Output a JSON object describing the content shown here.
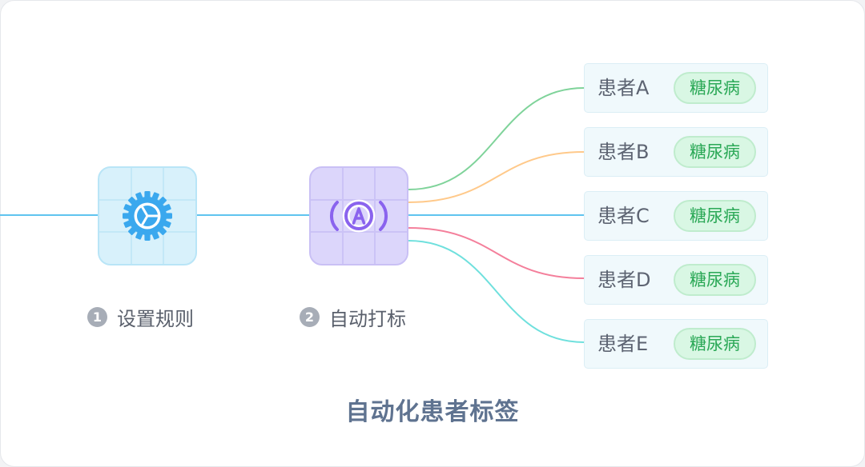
{
  "steps": [
    {
      "number": "1",
      "label": "设置规则",
      "icon": "gear-icon"
    },
    {
      "number": "2",
      "label": "自动打标",
      "icon": "auto-tag-icon"
    }
  ],
  "patients": [
    {
      "name": "患者A",
      "tag": "糖尿病",
      "line_color": "#7fd39a"
    },
    {
      "name": "患者B",
      "tag": "糖尿病",
      "line_color": "#ffc98a"
    },
    {
      "name": "患者C",
      "tag": "糖尿病",
      "line_color": "#5fc4ef"
    },
    {
      "name": "患者D",
      "tag": "糖尿病",
      "line_color": "#f47f9b"
    },
    {
      "name": "患者E",
      "tag": "糖尿病",
      "line_color": "#6fe0dd"
    }
  ],
  "footer_title": "自动化患者标签",
  "colors": {
    "main_line": "#5fc4ef",
    "gear_blue": "#3aa8ee",
    "auto_purple": "#8a63ee",
    "tag_green": "#2aa856"
  }
}
